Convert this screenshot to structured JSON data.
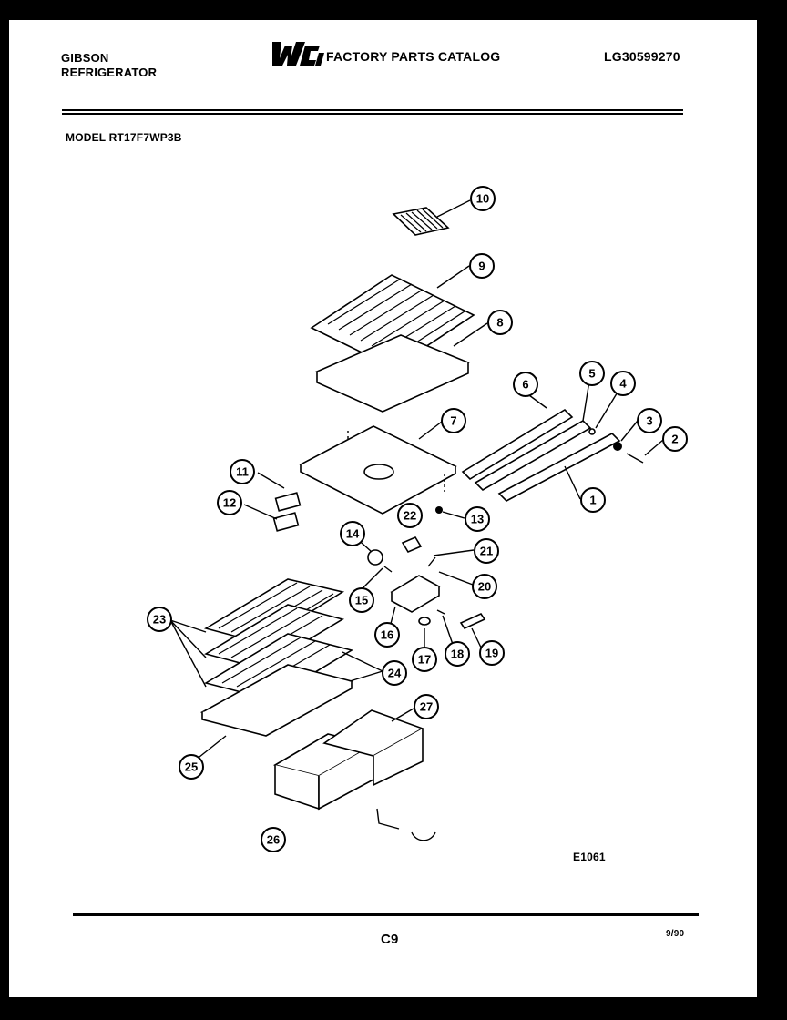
{
  "header": {
    "brand_line1": "GIBSON",
    "brand_line2": "REFRIGERATOR",
    "logo_text": "WCI",
    "catalog_title": "FACTORY PARTS CATALOG",
    "doc_number": "LG30599270"
  },
  "model_label": "MODEL RT17F7WP3B",
  "callouts": [
    "1",
    "2",
    "3",
    "4",
    "5",
    "6",
    "7",
    "8",
    "9",
    "10",
    "11",
    "12",
    "13",
    "14",
    "15",
    "16",
    "17",
    "18",
    "19",
    "20",
    "21",
    "22",
    "23",
    "24",
    "25",
    "26",
    "27"
  ],
  "diagram_code": "E1061",
  "footer": {
    "page_code": "C9",
    "date": "9/90"
  }
}
